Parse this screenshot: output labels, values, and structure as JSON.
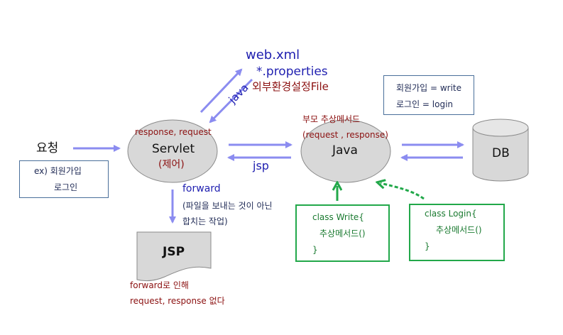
{
  "config": {
    "web_xml": "web.xml",
    "properties": "*.properties",
    "external_file": "외부환경설정File",
    "java_label": "java"
  },
  "request": {
    "title": "요청",
    "example_line1": "ex)  회원가입",
    "example_line2": "로그인"
  },
  "servlet": {
    "name": "Servlet",
    "role": "(제어)",
    "params": "response, request"
  },
  "jsp_arrow_label": "jsp",
  "java_node": {
    "name": "Java",
    "parent_method": "부모 추상메서드",
    "params": "(request , response)"
  },
  "mapping_note": {
    "line1": "회원가입 = write",
    "line2": "로그인 = login"
  },
  "db": {
    "name": "DB"
  },
  "forward": {
    "label": "forward",
    "desc_line1": "(파일을 보내는 것이 아닌",
    "desc_line2": "합치는 작업)"
  },
  "jsp_doc": {
    "name": "JSP",
    "note_line1": "forward로 인해",
    "note_line2": "request, response 없다"
  },
  "class_write": {
    "line1": "class Write{",
    "line2": "추상메서드()",
    "line3": "}"
  },
  "class_login": {
    "line1": "class Login{",
    "line2": "추상메서드()",
    "line3": "}"
  },
  "colors": {
    "arrow": "#8b8cf0",
    "blue_text": "#1f1fb0",
    "dark_red_text": "#8b1010",
    "green": "#22a84a",
    "node_fill": "#d8d8d8",
    "node_stroke": "#8a8a8a",
    "box_border": "#4a6f9a"
  }
}
